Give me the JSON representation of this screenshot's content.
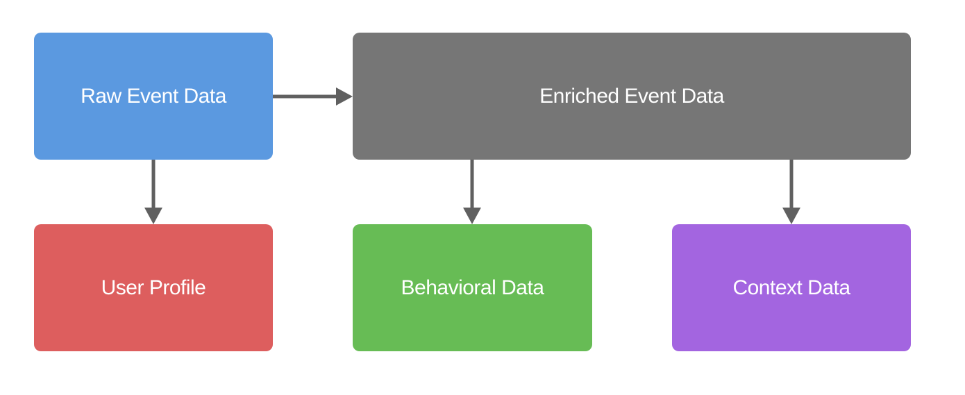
{
  "nodes": {
    "raw_event": {
      "label": "Raw Event Data",
      "color": "#5b99e0"
    },
    "enriched_event": {
      "label": "Enriched Event Data",
      "color": "#767676"
    },
    "user_profile": {
      "label": "User Profile",
      "color": "#dd5e5e"
    },
    "behavioral": {
      "label": "Behavioral Data",
      "color": "#67bc55"
    },
    "context": {
      "label": "Context Data",
      "color": "#a365e0"
    }
  },
  "edges": [
    {
      "from": "Raw Event Data",
      "to": "Enriched Event Data"
    },
    {
      "from": "Raw Event Data",
      "to": "User Profile"
    },
    {
      "from": "Enriched Event Data",
      "to": "Behavioral Data"
    },
    {
      "from": "Enriched Event Data",
      "to": "Context Data"
    }
  ],
  "arrow_color": "#606060"
}
